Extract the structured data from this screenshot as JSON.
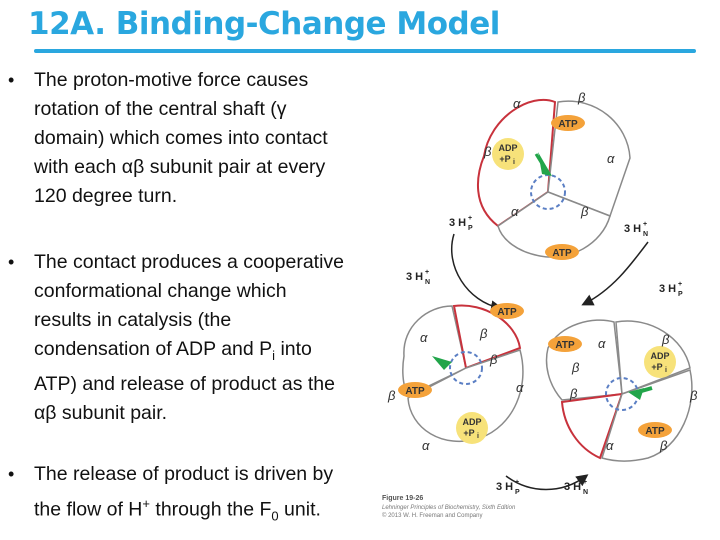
{
  "slide": {
    "title": "12A. Binding-Change Model",
    "accent_color": "#2aa7df",
    "bullets": [
      {
        "lines": [
          "The proton-motive force causes",
          "rotation of the central shaft (γ",
          "domain) which comes into contact",
          "with each αβ subunit pair at every",
          "120 degree turn."
        ]
      },
      {
        "lines": [
          "The contact produces a cooperative",
          "conformational change which",
          "results in catalysis (the",
          "condensation of ADP and P",
          "ATP)  and release of product as the",
          "αβ subunit pair."
        ],
        "subscript": "i",
        "after_subscript": " into"
      },
      {
        "lines": [
          "The release of product is driven by",
          "the flow of H",
          " through the F",
          " unit."
        ],
        "superscript": "+",
        "subscript": "0"
      }
    ]
  },
  "figure": {
    "alpha": "α",
    "beta": "β",
    "atp": "ATP",
    "adp": "ADP",
    "pi": "+P",
    "pi_sub": "i",
    "proton_left": "3 H",
    "proton_sup": "+",
    "sub_p": "P",
    "sub_n": "N",
    "caption_title": "Figure 19-26",
    "caption_line1": "Lehninger Principles of Biochemistry, Sixth Edition",
    "caption_line2": "© 2013 W. H. Freeman and Company",
    "colors": {
      "outline": "#8a8a8a",
      "red_outline": "#c8323c",
      "atp_fill": "#f4a23a",
      "adp_fill": "#f7e27a",
      "arrow_green": "#22a54a",
      "gamma": "#5b7fc4"
    }
  }
}
